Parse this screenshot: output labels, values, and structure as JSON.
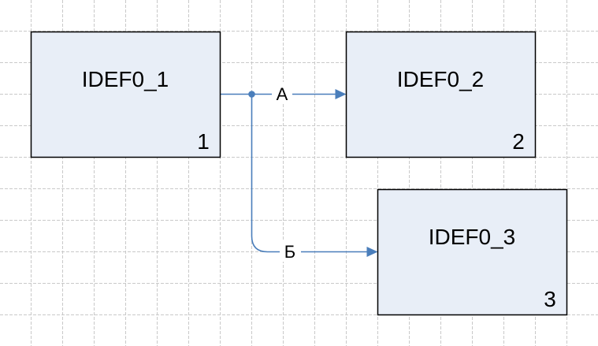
{
  "diagram": {
    "type": "IDEF0 diagram",
    "boxes": [
      {
        "label": "IDEF0_1",
        "number": "1"
      },
      {
        "label": "IDEF0_2",
        "number": "2"
      },
      {
        "label": "IDEF0_3",
        "number": "3"
      }
    ],
    "connectors": [
      {
        "label": "А",
        "from": "IDEF0_1",
        "to": "IDEF0_2"
      },
      {
        "label": "Б",
        "from": "IDEF0_1",
        "to": "IDEF0_3"
      }
    ],
    "colors": {
      "connector_blue": "#4a7ebb",
      "box_fill": "#e8eef7",
      "box_border": "#000000",
      "grid_line": "#c9c9c9",
      "background": "#ffffff",
      "text": "#000000"
    }
  }
}
